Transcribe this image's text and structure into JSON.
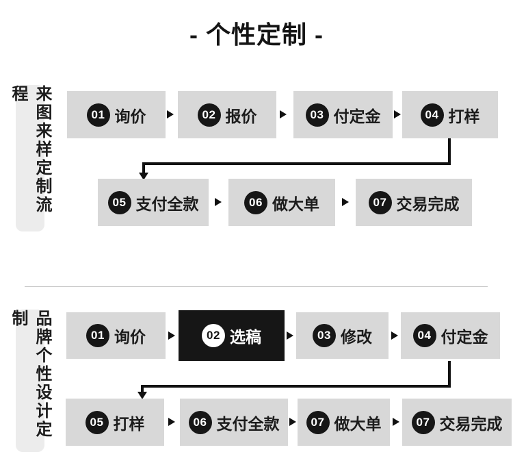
{
  "title": "- 个性定制 -",
  "colors": {
    "box_gray": "#d8d8d8",
    "side_label_gray": "#ececec",
    "ink_black": "#161616",
    "divider_gray": "#c9c9c9",
    "white": "#ffffff"
  },
  "sections": [
    {
      "side_label": "来图来样定制流程",
      "rows": [
        {
          "steps": [
            {
              "num": "01",
              "label": "询价",
              "variant": "gray"
            },
            {
              "num": "02",
              "label": "报价",
              "variant": "gray"
            },
            {
              "num": "03",
              "label": "付定金",
              "variant": "gray"
            },
            {
              "num": "04",
              "label": "打样",
              "variant": "gray"
            }
          ]
        },
        {
          "steps": [
            {
              "num": "05",
              "label": "支付全款",
              "variant": "gray"
            },
            {
              "num": "06",
              "label": "做大单",
              "variant": "gray"
            },
            {
              "num": "07",
              "label": "交易完成",
              "variant": "gray"
            }
          ]
        }
      ]
    },
    {
      "side_label": "品牌个性设计定制",
      "rows": [
        {
          "steps": [
            {
              "num": "01",
              "label": "询价",
              "variant": "gray"
            },
            {
              "num": "02",
              "label": "选稿",
              "variant": "black"
            },
            {
              "num": "03",
              "label": "修改",
              "variant": "gray"
            },
            {
              "num": "04",
              "label": "付定金",
              "variant": "gray"
            }
          ]
        },
        {
          "steps": [
            {
              "num": "05",
              "label": "打样",
              "variant": "gray"
            },
            {
              "num": "06",
              "label": "支付全款",
              "variant": "gray"
            },
            {
              "num": "07",
              "label": "做大单",
              "variant": "gray"
            },
            {
              "num": "07",
              "label": "交易完成",
              "variant": "gray"
            }
          ]
        }
      ]
    }
  ]
}
